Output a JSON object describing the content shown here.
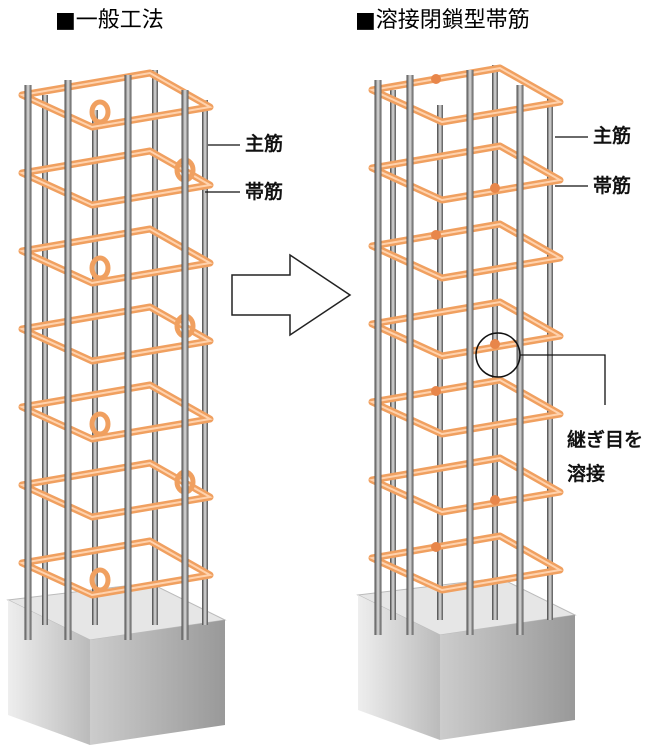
{
  "titles": {
    "left": "■一般工法",
    "right": "■溶接閉鎖型帯筋"
  },
  "labels": {
    "main_bar": "主筋",
    "hoop": "帯筋",
    "weld_line1": "継ぎ目を",
    "weld_line2": "溶接"
  },
  "colors": {
    "hoop": "#f0a060",
    "bar": "#6a6a6a",
    "concrete": "#d8d8d8"
  },
  "hoop_count": 7
}
